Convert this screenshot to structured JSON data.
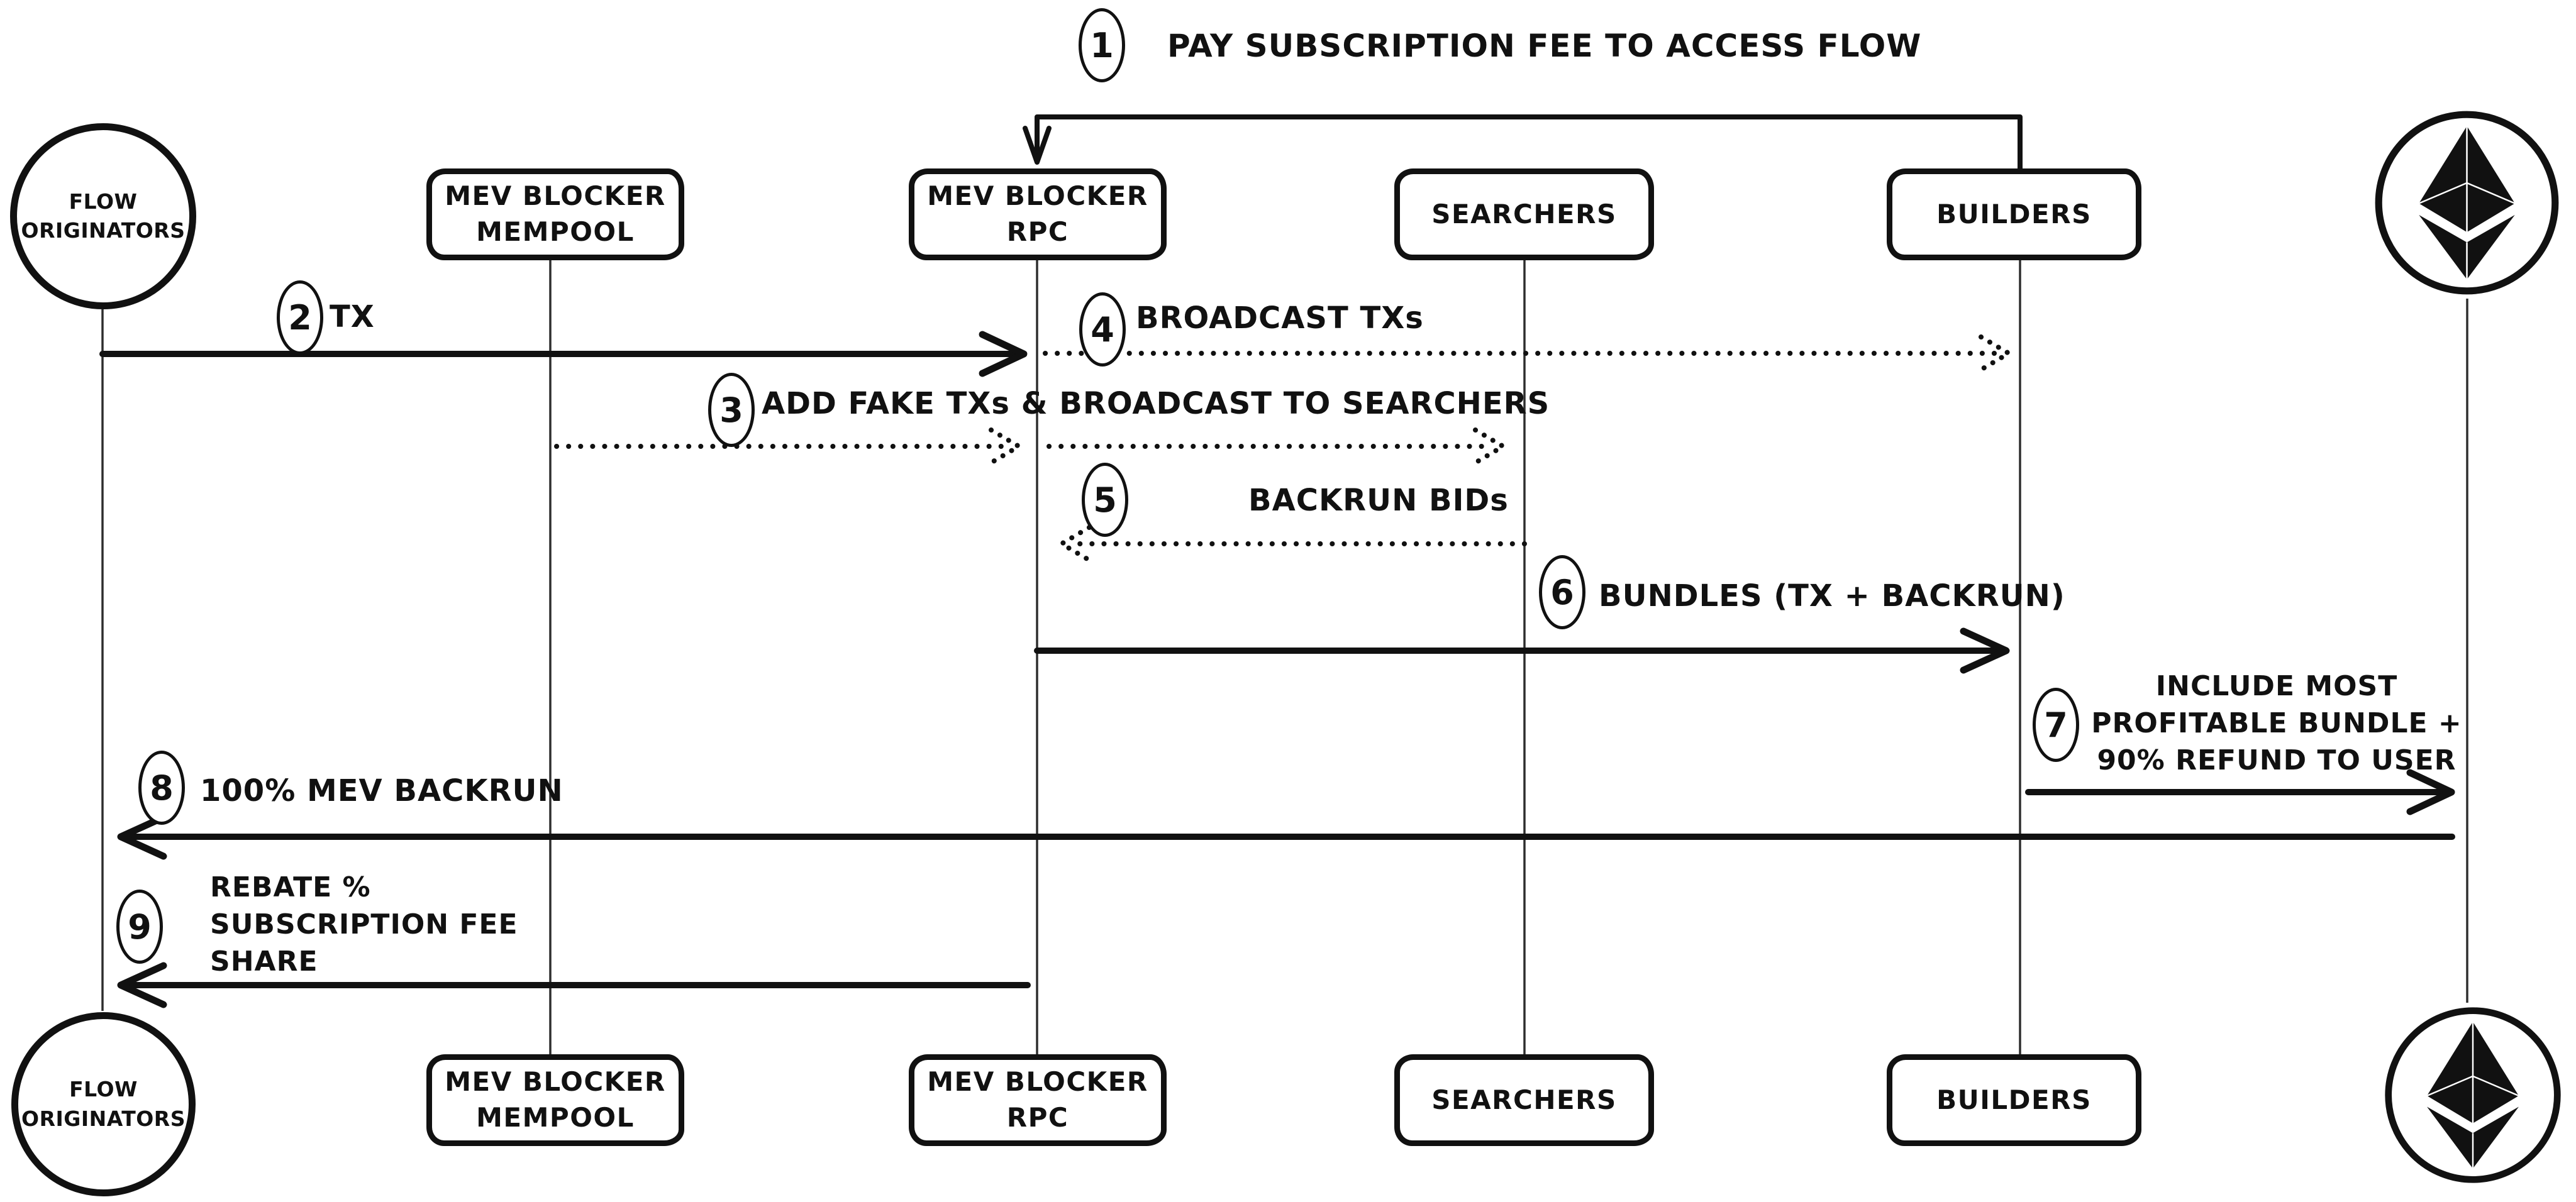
{
  "diagram": {
    "kind": "sequence-diagram",
    "background": "#ffffff",
    "ink": "#111111",
    "line_styles": {
      "solid": "#111111",
      "dotted": "#111111"
    }
  },
  "actors": {
    "flow_originators": {
      "shape": "circle",
      "lines": [
        "FLOW",
        "ORIGINATORS"
      ]
    },
    "mev_blocker_mempool": {
      "shape": "rounded-box",
      "lines": [
        "MEV BLOCKER",
        "MEMPOOL"
      ]
    },
    "mev_blocker_rpc": {
      "shape": "rounded-box",
      "lines": [
        "MEV BLOCKER",
        "RPC"
      ]
    },
    "searchers": {
      "shape": "rounded-box",
      "lines": [
        "SEARCHERS"
      ]
    },
    "builders": {
      "shape": "rounded-box",
      "lines": [
        "BUILDERS"
      ]
    },
    "ethereum": {
      "shape": "circle",
      "icon": "ethereum-logo-icon"
    }
  },
  "messages": [
    {
      "step": "1",
      "lines": [
        "PAY SUBSCRIPTION FEE TO ACCESS FLOW"
      ],
      "from": "builders",
      "to": "mev_blocker_rpc",
      "style": "solid"
    },
    {
      "step": "2",
      "lines": [
        "TX"
      ],
      "from": "flow_originators",
      "to": "mev_blocker_rpc",
      "style": "solid"
    },
    {
      "step": "3",
      "lines": [
        "ADD FAKE TXs & BROADCAST TO SEARCHERS"
      ],
      "from": "mev_blocker_mempool",
      "to": "searchers",
      "style": "dotted"
    },
    {
      "step": "4",
      "lines": [
        "BROADCAST TXs"
      ],
      "from": "mev_blocker_rpc",
      "to": "builders",
      "style": "dotted"
    },
    {
      "step": "5",
      "lines": [
        "BACKRUN BIDs"
      ],
      "from": "searchers",
      "to": "mev_blocker_rpc",
      "style": "dotted"
    },
    {
      "step": "6",
      "lines": [
        "BUNDLES (TX + BACKRUN)"
      ],
      "from": "mev_blocker_rpc",
      "to": "builders",
      "style": "solid"
    },
    {
      "step": "7",
      "lines": [
        "INCLUDE MOST",
        "PROFITABLE BUNDLE +",
        "90% REFUND TO USER"
      ],
      "from": "builders",
      "to": "ethereum",
      "style": "solid"
    },
    {
      "step": "8",
      "lines": [
        "100% MEV BACKRUN"
      ],
      "from": "ethereum",
      "to": "flow_originators",
      "style": "solid"
    },
    {
      "step": "9",
      "lines": [
        "REBATE %",
        "SUBSCRIPTION FEE",
        "SHARE"
      ],
      "from": "mev_blocker_rpc",
      "to": "flow_originators",
      "style": "solid"
    }
  ]
}
